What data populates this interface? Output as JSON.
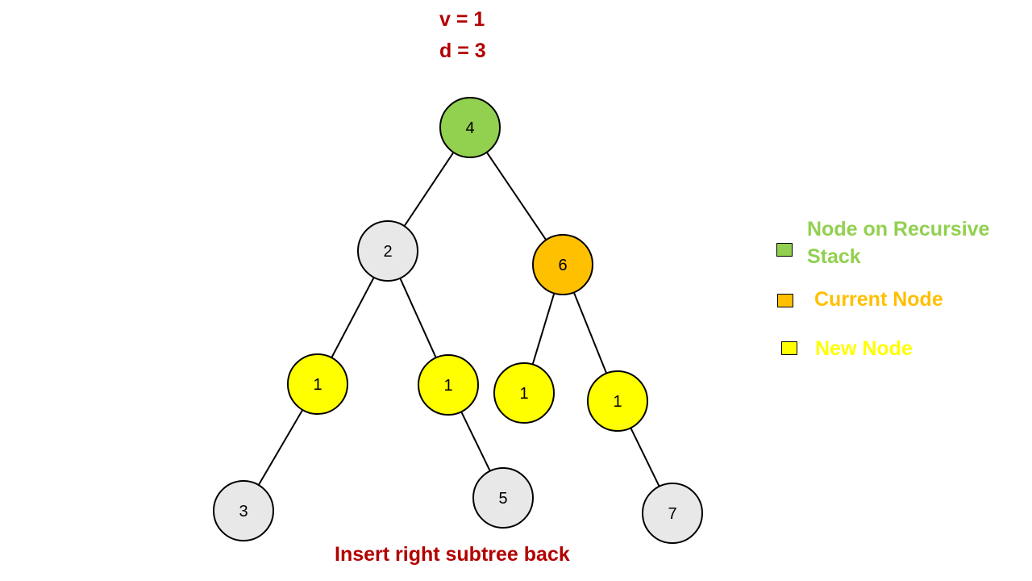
{
  "header": {
    "v_label": "v = 1",
    "d_label": "d = 3"
  },
  "caption": "Insert right subtree back",
  "colors": {
    "stack": "#92d050",
    "current": "#ffc000",
    "new": "#ffff00",
    "default": "#e8e8e8",
    "text_accent": "#b30000"
  },
  "legend": {
    "stack_label": "Node on Recursive Stack",
    "current_label": "Current Node",
    "new_label": "New Node"
  },
  "tree": {
    "nodes": [
      {
        "id": "n4",
        "value": "4",
        "state": "stack"
      },
      {
        "id": "n2",
        "value": "2",
        "state": "default"
      },
      {
        "id": "n6",
        "value": "6",
        "state": "current"
      },
      {
        "id": "n1a",
        "value": "1",
        "state": "new"
      },
      {
        "id": "n1b",
        "value": "1",
        "state": "new"
      },
      {
        "id": "n1c",
        "value": "1",
        "state": "new"
      },
      {
        "id": "n1d",
        "value": "1",
        "state": "new"
      },
      {
        "id": "n3",
        "value": "3",
        "state": "default"
      },
      {
        "id": "n5",
        "value": "5",
        "state": "default"
      },
      {
        "id": "n7",
        "value": "7",
        "state": "default"
      }
    ],
    "edges": [
      [
        "n4",
        "n2"
      ],
      [
        "n4",
        "n6"
      ],
      [
        "n2",
        "n1a"
      ],
      [
        "n2",
        "n1b"
      ],
      [
        "n6",
        "n1c"
      ],
      [
        "n6",
        "n1d"
      ],
      [
        "n1a",
        "n3"
      ],
      [
        "n1b",
        "n5"
      ],
      [
        "n1d",
        "n7"
      ]
    ]
  }
}
